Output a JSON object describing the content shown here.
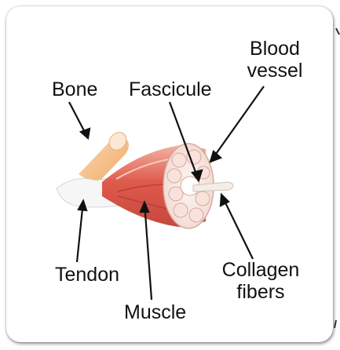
{
  "labels": {
    "bone": "Bone",
    "fascicule": "Fascicule",
    "blood_vessel_line1": "Blood",
    "blood_vessel_line2": "vessel",
    "tendon": "Tendon",
    "muscle": "Muscle",
    "collagen_line1": "Collagen",
    "collagen_line2": "fibers"
  },
  "colors": {
    "muscle": "#d9534a",
    "muscle_light": "#f2a99a",
    "tendon": "#f4f4f4",
    "bone": "#f7c08c",
    "arrow": "#111111"
  }
}
